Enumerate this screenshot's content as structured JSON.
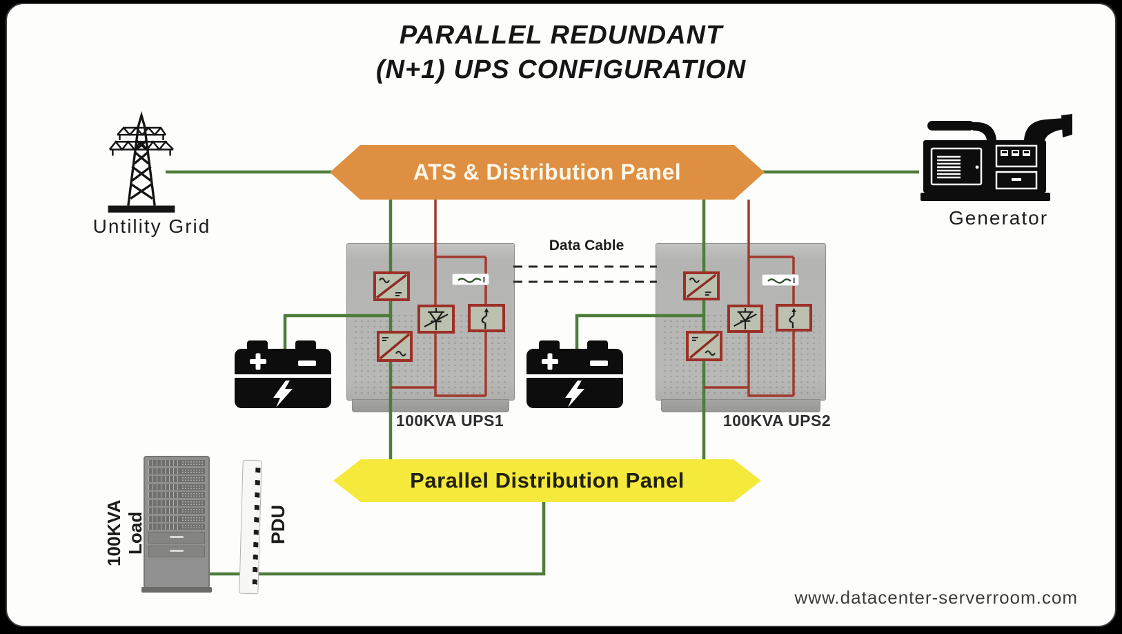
{
  "title": {
    "line1": "PARALLEL REDUNDANT",
    "line2": "(N+1) UPS CONFIGURATION"
  },
  "nodes": {
    "utility_grid": {
      "label": "Untility Grid"
    },
    "generator": {
      "label": "Generator"
    },
    "ats_panel": {
      "label": "ATS & Distribution Panel"
    },
    "parallel_panel": {
      "label": "Parallel Distribution Panel"
    },
    "ups1": {
      "label": "100KVA UPS1"
    },
    "ups2": {
      "label": "100KVA UPS2"
    },
    "data_cable": {
      "label": "Data Cable"
    },
    "load": {
      "label": "100KVA Load"
    },
    "pdu": {
      "label": "PDU"
    }
  },
  "watermark": "www.datacenter-serverroom.com",
  "colors": {
    "banner_orange": "#DE8F41",
    "banner_yellow": "#F5EA3C",
    "wire_power_green": "#4E7C3A",
    "wire_bypass_red": "#A13A2F",
    "component_border_red": "#9C3028",
    "cabinet_gray": "#B7B7B5"
  },
  "connections": [
    {
      "from": "utility_grid",
      "to": "ats_panel",
      "type": "power"
    },
    {
      "from": "generator",
      "to": "ats_panel",
      "type": "power"
    },
    {
      "from": "ats_panel",
      "to": "ups1",
      "type": "power"
    },
    {
      "from": "ats_panel",
      "to": "ups1",
      "type": "bypass"
    },
    {
      "from": "ats_panel",
      "to": "ups2",
      "type": "power"
    },
    {
      "from": "ats_panel",
      "to": "ups2",
      "type": "bypass"
    },
    {
      "from": "battery1",
      "to": "ups1",
      "type": "power"
    },
    {
      "from": "battery2",
      "to": "ups2",
      "type": "power"
    },
    {
      "from": "ups1",
      "to": "parallel_panel",
      "type": "power"
    },
    {
      "from": "ups2",
      "to": "parallel_panel",
      "type": "power"
    },
    {
      "from": "ups1",
      "to": "ups2",
      "type": "data"
    },
    {
      "from": "parallel_panel",
      "to": "pdu",
      "type": "power"
    },
    {
      "from": "pdu",
      "to": "load",
      "type": "power"
    }
  ]
}
